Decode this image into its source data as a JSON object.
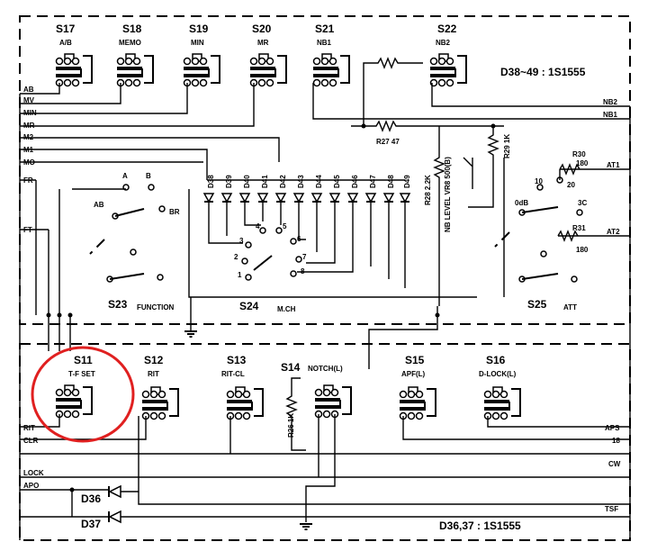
{
  "top_board": {
    "switches": [
      {
        "id": "S17",
        "name": "A/B"
      },
      {
        "id": "S18",
        "name": "MEMO"
      },
      {
        "id": "S19",
        "name": "MIN"
      },
      {
        "id": "S20",
        "name": "MR"
      },
      {
        "id": "S21",
        "name": "NB1"
      },
      {
        "id": "S22",
        "name": "NB2"
      }
    ],
    "diode_note": "D38~49 : 1S1555",
    "left_signals": [
      "AB",
      "MV",
      "MIN",
      "MR",
      "M2",
      "M1",
      "MO",
      "FR",
      "FT"
    ],
    "right_signals": [
      "NB2",
      "NB1",
      "AT1",
      "AT2"
    ],
    "resistors": {
      "r27": "R27 47",
      "r28": "R28 2.2K",
      "r29": "R29 1K",
      "r30": "R30",
      "r30v": "180",
      "r31": "R31",
      "r31v": "180",
      "vr8": "NB LEVEL VR8 500(B)"
    },
    "diodes": [
      "D38",
      "D39",
      "D40",
      "D41",
      "D42",
      "D43",
      "D44",
      "D45",
      "D46",
      "D47",
      "D48",
      "D49"
    ],
    "s23": {
      "label": "S23",
      "function": "FUNCTION",
      "positions": [
        "A",
        "B",
        "AB",
        "BR"
      ]
    },
    "s24": {
      "label": "S24",
      "function": "M.CH",
      "positions": [
        "1",
        "2",
        "3",
        "4",
        "5",
        "6",
        "7",
        "8"
      ]
    },
    "s25": {
      "label": "S25",
      "function": "ATT",
      "positions": [
        "10",
        "20",
        "0dB",
        "3C"
      ]
    }
  },
  "bottom_board": {
    "switches": [
      {
        "id": "S11",
        "name": "T-F SET"
      },
      {
        "id": "S12",
        "name": "RIT"
      },
      {
        "id": "S13",
        "name": "RIT-CL"
      },
      {
        "id": "S14",
        "name": "NOTCH(L)"
      },
      {
        "id": "S15",
        "name": "APF(L)"
      },
      {
        "id": "S16",
        "name": "D-LOCK(L)"
      }
    ],
    "r26": "R26 1K",
    "left_signals": [
      "RIT",
      "CLR",
      "LOCK",
      "APO"
    ],
    "right_signals": [
      "APS",
      "18",
      "CW",
      "TSF"
    ],
    "diodes": [
      "D36",
      "D37"
    ],
    "diode_note": "D36,37 : 1S1555"
  },
  "highlight_color": "#e02020"
}
